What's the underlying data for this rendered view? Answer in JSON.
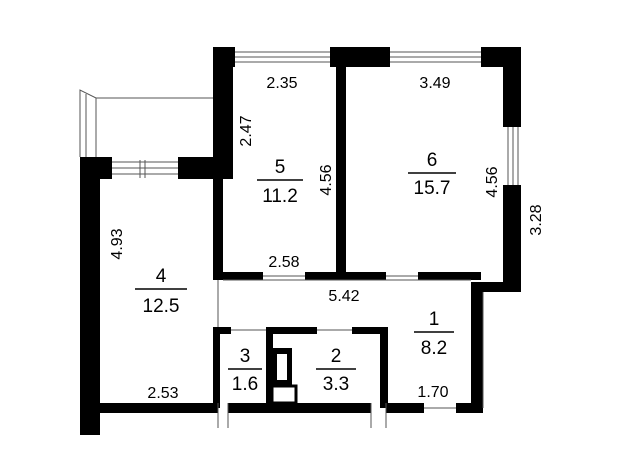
{
  "rooms": [
    {
      "id": "room-1",
      "number": "1",
      "area": "8.2"
    },
    {
      "id": "room-2",
      "number": "2",
      "area": "3.3"
    },
    {
      "id": "room-3",
      "number": "3",
      "area": "1.6"
    },
    {
      "id": "room-4",
      "number": "4",
      "area": "12.5"
    },
    {
      "id": "room-5",
      "number": "5",
      "area": "11.2"
    },
    {
      "id": "room-6",
      "number": "6",
      "area": "15.7"
    }
  ],
  "dimensions": {
    "d235": "2.35",
    "d349": "3.49",
    "d247": "2.47",
    "d456a": "4.56",
    "d456b": "4.56",
    "d328": "3.28",
    "d493": "4.93",
    "d258": "2.58",
    "d542": "5.42",
    "d253": "2.53",
    "d170": "1.70"
  },
  "colors": {
    "wall": "#000000",
    "line": "#555555",
    "background": "#ffffff"
  }
}
